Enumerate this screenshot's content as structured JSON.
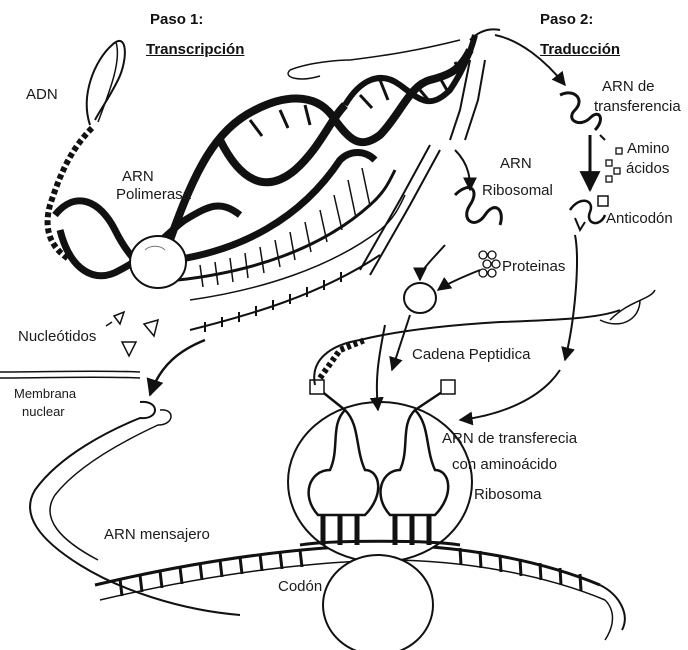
{
  "steps": {
    "step1": {
      "title": "Paso 1:",
      "subtitle": "Transcripción"
    },
    "step2": {
      "title": "Paso 2:",
      "subtitle": "Traducción"
    }
  },
  "labels": {
    "adn": "ADN",
    "arn_polimerasa_1": "ARN",
    "arn_polimerasa_2": "Polimerasa",
    "nucleotidos": "Nucleótidos",
    "membrana_1": "Membrana",
    "membrana_2": "nuclear",
    "arn_ribosomal_1": "ARN",
    "arn_ribosomal_2": "Ribosomal",
    "proteinas": "Proteinas",
    "arn_transferencia_1": "ARN de",
    "arn_transferencia_2": "transferencia",
    "amino_1": "Amino",
    "amino_2": "ácidos",
    "anticodon": "Anticodón",
    "cadena_peptidica": "Cadena Peptidica",
    "arn_t_aminoacido_1": "ARN de transferecia",
    "arn_t_aminoacido_2": "con aminoácido",
    "ribosoma": "Ribosoma",
    "arn_mensajero": "ARN mensajero",
    "codon": "Codón"
  },
  "colors": {
    "ink": "#111111",
    "paper": "#ffffff"
  }
}
